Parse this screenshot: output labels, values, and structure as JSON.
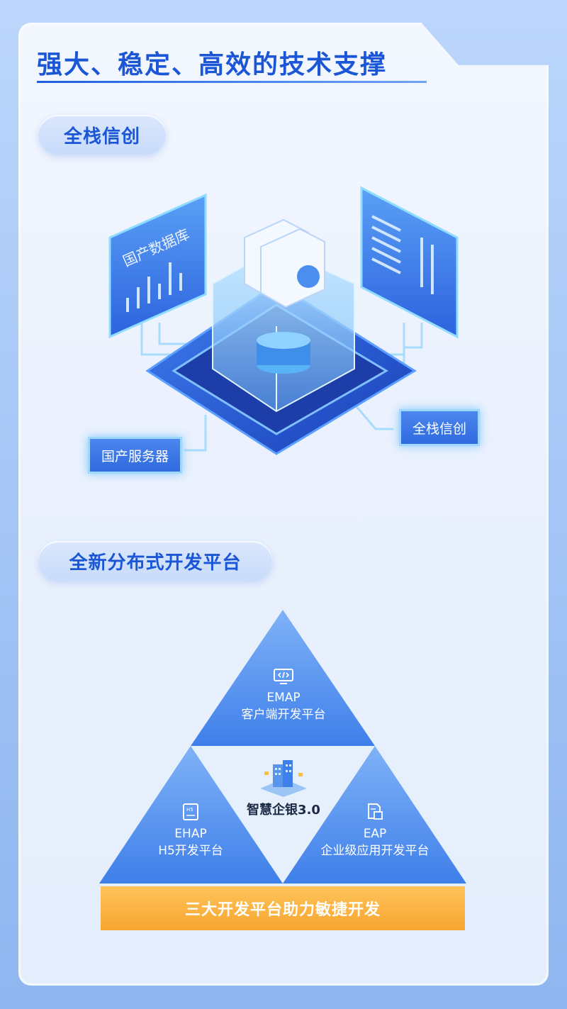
{
  "header": {
    "title": "强大、稳定、高效的技术支撑"
  },
  "section1": {
    "pill_label": "全栈信创",
    "panel_label": "国产数据库",
    "tag_server": "国产服务器",
    "tag_fullstack": "全栈信创"
  },
  "section2": {
    "pill_label": "全新分布式开发平台",
    "top": {
      "code": "EMAP",
      "name": "客户端开发平台",
      "icon": "code-monitor-icon"
    },
    "left": {
      "code": "EHAP",
      "name": "H5开发平台",
      "icon": "h5-icon"
    },
    "right": {
      "code": "EAP",
      "name": "企业级应用开发平台",
      "icon": "document-box-icon"
    },
    "center": {
      "name": "智慧企银3.0",
      "icon": "building-icon"
    },
    "banner": "三大开发平台助力敏捷开发"
  },
  "colors": {
    "primary": "#1a56d6",
    "triangle": "#4f8ff0",
    "banner": "#f7a630"
  }
}
